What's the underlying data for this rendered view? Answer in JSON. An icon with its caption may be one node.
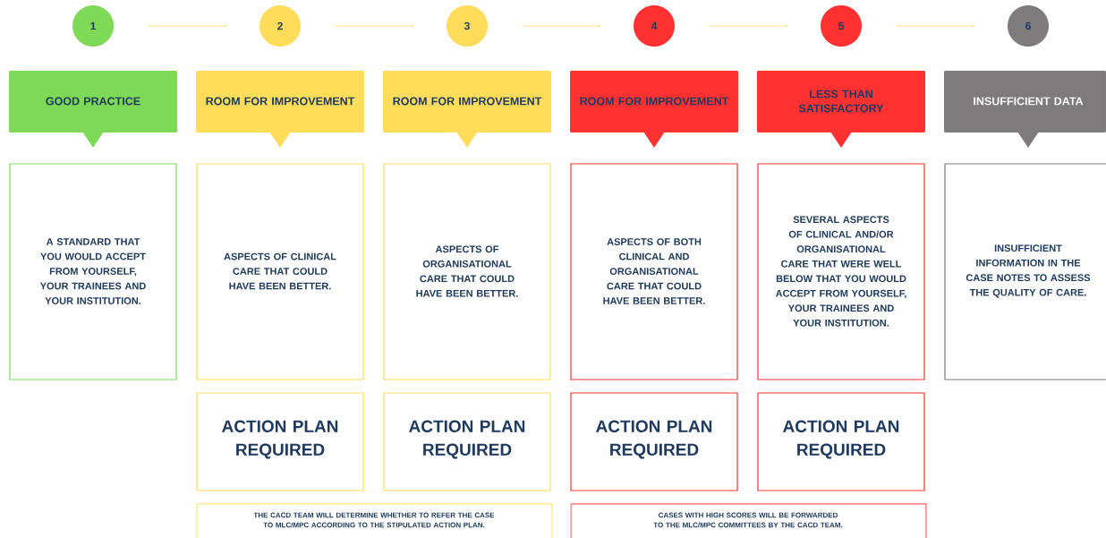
{
  "diagram": {
    "nodes": [
      {
        "text": [
          "1"
        ]
      },
      {
        "text": [
          "2"
        ]
      },
      {
        "text": [
          "3"
        ]
      },
      {
        "text": [
          "4"
        ]
      },
      {
        "text": [
          "5"
        ]
      },
      {
        "text": [
          "6"
        ]
      },
      {
        "text": [
          "GOOD PRACTICE"
        ]
      },
      {
        "text": [
          "ROOM FOR IMPROVEMENT"
        ]
      },
      {
        "text": [
          "ROOM FOR IMPROVEMENT"
        ]
      },
      {
        "text": [
          "ROOM FOR IMPROVEMENT"
        ]
      },
      {
        "text": [
          "LESS THAN SATISFACTORY"
        ]
      },
      {
        "text": [
          "INSUFFICIENT DATA"
        ]
      },
      {
        "text": [
          "A STANDARD THAT YOU WOULD ACCEPT FROM YOURSELF, YOUR TRAINEES AND YOUR INSTITUTION."
        ]
      },
      {
        "text": [
          "ASPECTS OF CLINICAL CARE THAT COULD HAVE BEEN BETTER."
        ]
      },
      {
        "text": [
          "ASPECTS OF ORGANISATIONAL CARE THAT COULD HAVE BEEN BETTER."
        ]
      },
      {
        "text": [
          "ASPECTS OF BOTH CLINICAL AND ORGANISATIONAL CARE THAT COULD HAVE BEEN BETTER."
        ]
      },
      {
        "text": [
          "SEVERAL ASPECTS OF CLINICAL AND/OR ORGANISATIONAL CARE THAT WERE WELL BELOW THAT YOU WOULD ACCEPT FROM YOURSELF, YOUR TRAINEES AND YOUR INSTITUTION."
        ]
      },
      {
        "text": [
          "INSUFFICIENT INFORMATION IN THE CASE NOTES TO ASSESS THE QUALITY OF CARE."
        ]
      },
      {
        "text": [
          "ACTION PLAN REQUIRED"
        ]
      },
      {
        "text": [
          "ACTION PLAN REQUIRED"
        ]
      },
      {
        "text": [
          "ACTION PLAN REQUIRED"
        ]
      },
      {
        "text": [
          "ACTION PLAN REQUIRED"
        ]
      },
      {
        "text": [
          "THE CACD TEAM WILL DETERMINE WHETHER TO REFER THE CASE TO MLC/MPC ACCORDING TO THE STIPULATED ACTION PLAN."
        ]
      },
      {
        "text": [
          "CASES WITH HIGH SCORES WILL BE FORWARDED TO THE MLC/MPC COMMITTEES BY THE CACD TEAM."
        ]
      }
    ],
    "edges": [
      {
        "from": 0,
        "to": 1,
        "arrow": "to"
      },
      {
        "from": 1,
        "to": 2,
        "arrow": "to"
      },
      {
        "from": 2,
        "to": 3,
        "arrow": "to"
      },
      {
        "from": 3,
        "to": 4,
        "arrow": "to"
      },
      {
        "from": 4,
        "to": 5,
        "arrow": "to"
      }
    ]
  }
}
